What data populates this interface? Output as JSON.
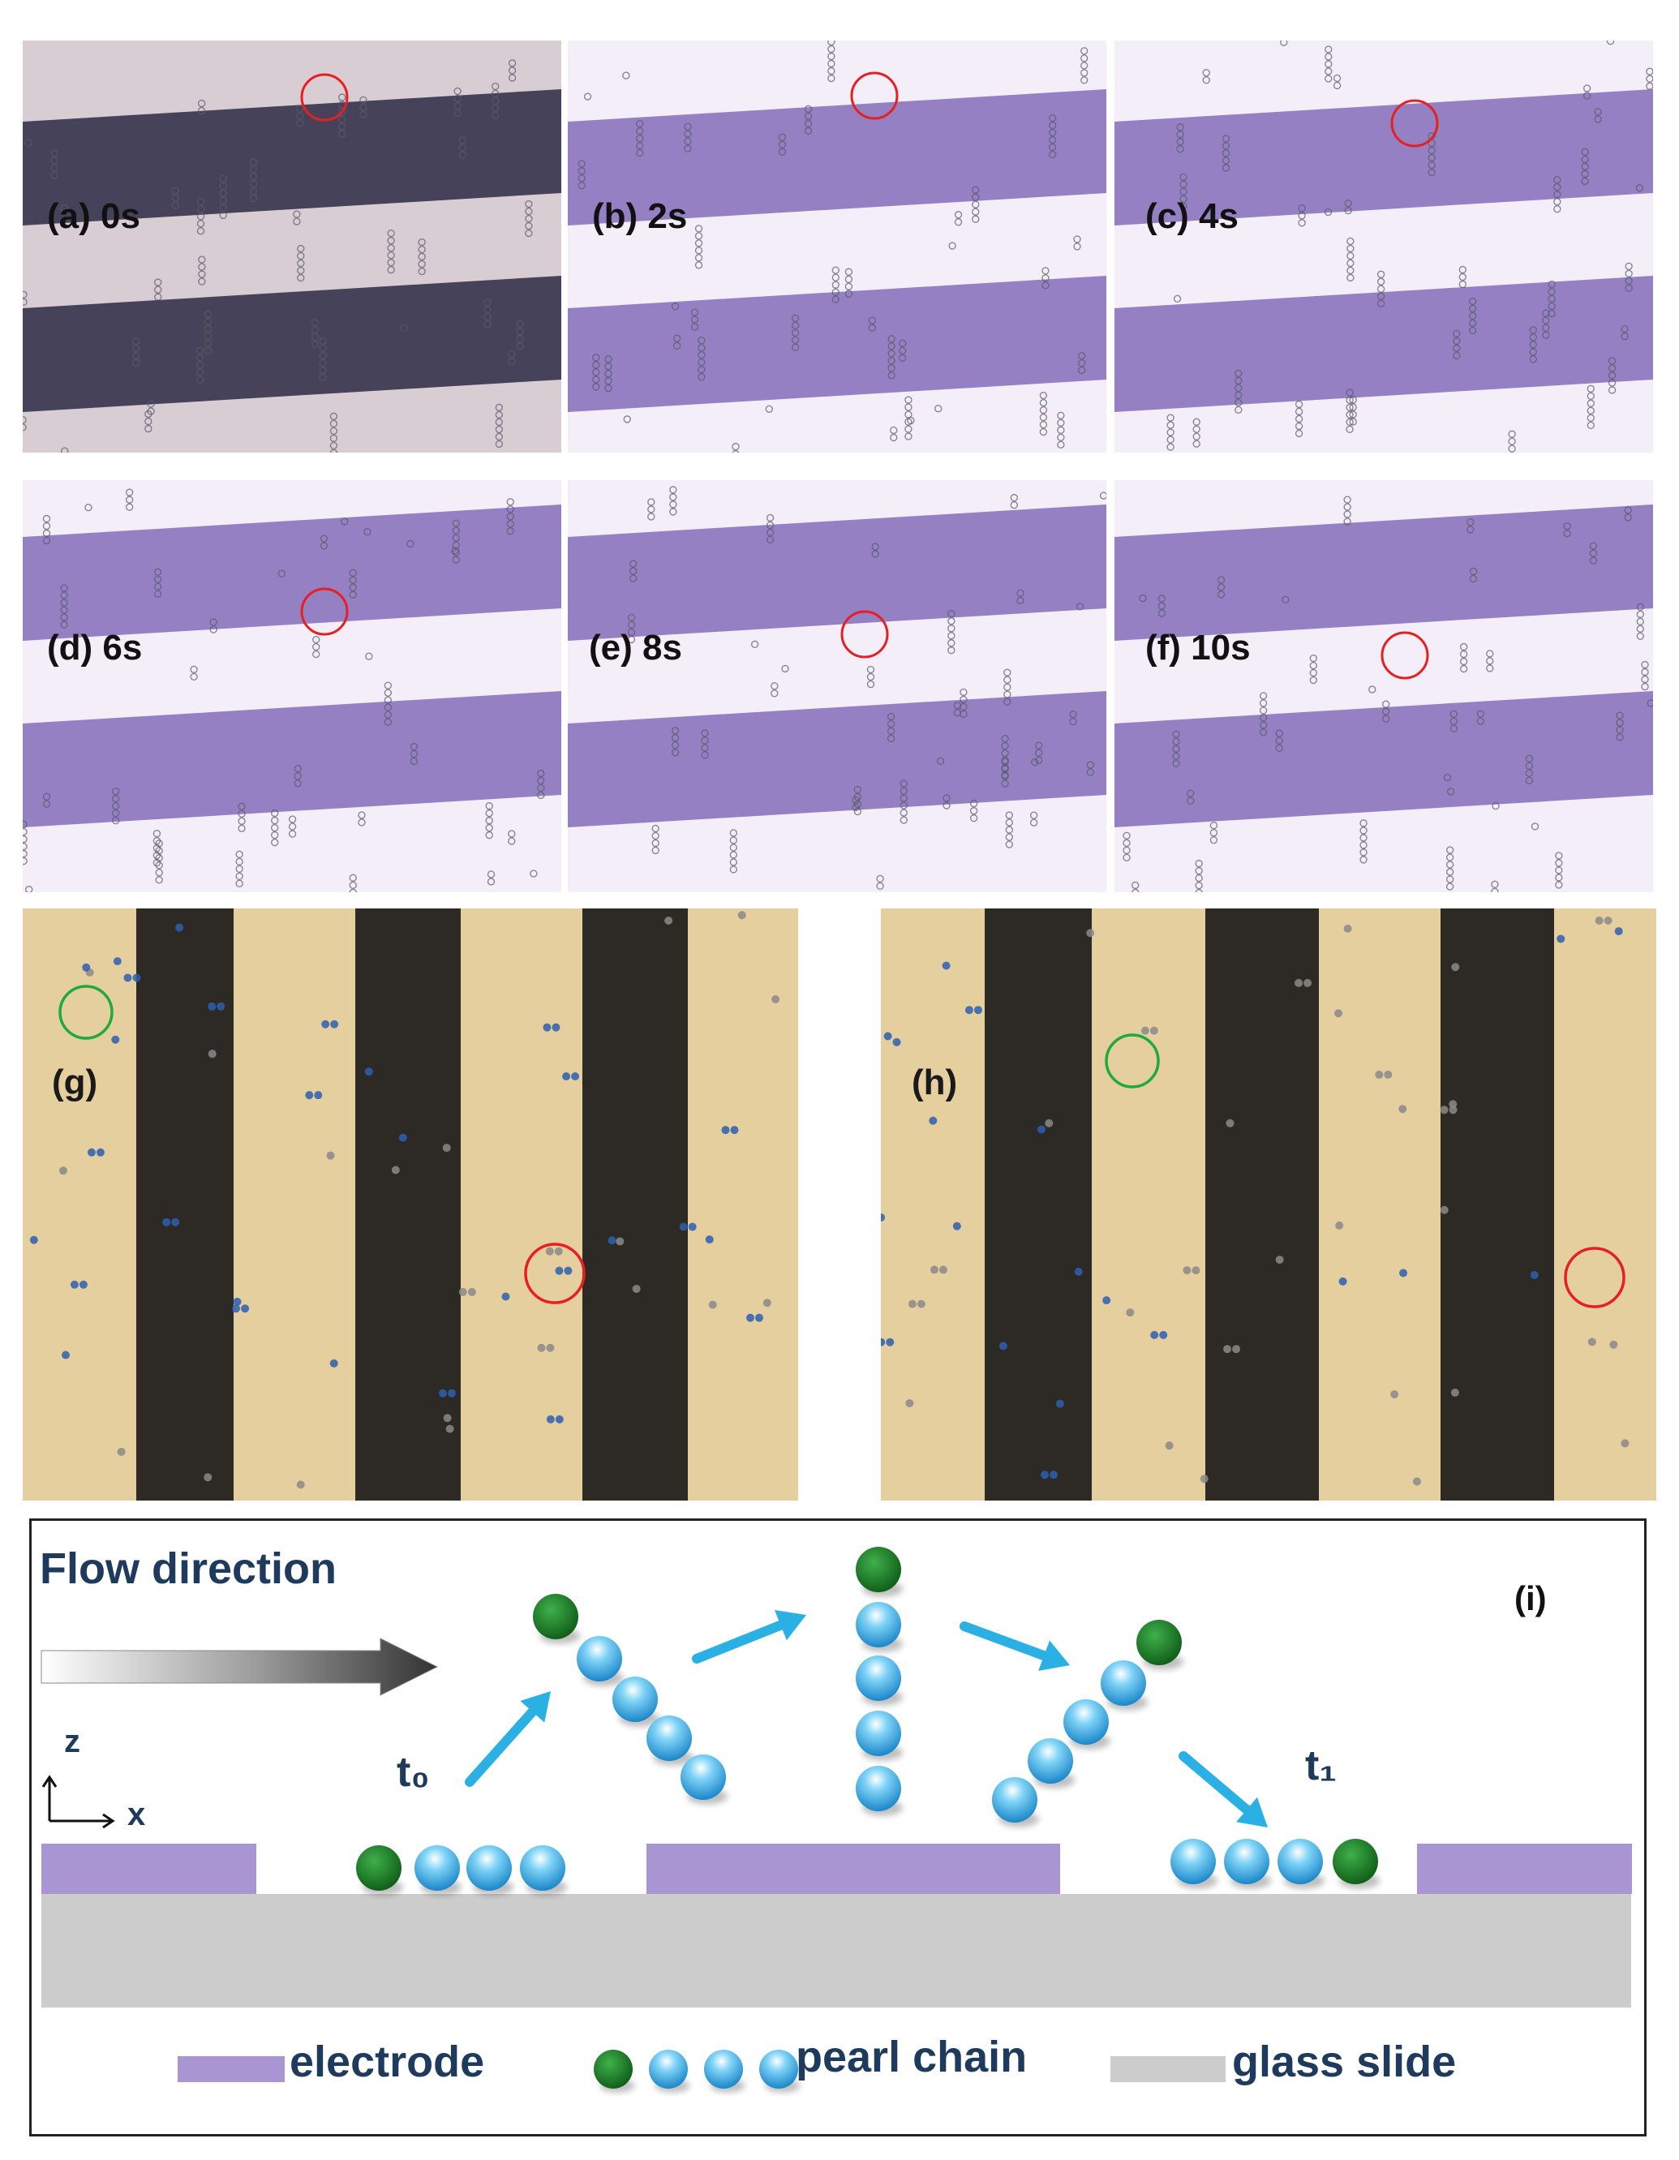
{
  "micrographs_top": [
    {
      "label": "(a) 0s"
    },
    {
      "label": "(b) 2s"
    },
    {
      "label": "(c) 4s"
    },
    {
      "label": "(d) 6s"
    },
    {
      "label": "(e) 8s"
    },
    {
      "label": "(f) 10s"
    }
  ],
  "micrographs_bottom": [
    {
      "label": "(g)"
    },
    {
      "label": "(h)"
    }
  ],
  "schematic": {
    "panel_label": "(i)",
    "flow_label": "Flow direction",
    "t0_label": "t₀",
    "t1_label": "t₁",
    "axis_z": "z",
    "axis_x": "x",
    "legend": {
      "electrode": "electrode",
      "pearl_chain": "pearl chain",
      "glass_slide": "glass slide"
    }
  },
  "colors": {
    "electrode_purple": "#a895d2",
    "glass_gray": "#cccccc",
    "bead_green": "#1f7a2a",
    "bead_blue": "#2aa8e6",
    "arrow_blue": "#2bb0e4",
    "circle_red": "#e62020",
    "circle_green": "#1faa3a",
    "micro_dark_band": "#3e3a52",
    "micro_purple_band": "#8e79c0",
    "micro_bg_light": "#f4eef8",
    "micro_tan": "#e6cf9e",
    "micro_black_band": "#2d2a26"
  }
}
